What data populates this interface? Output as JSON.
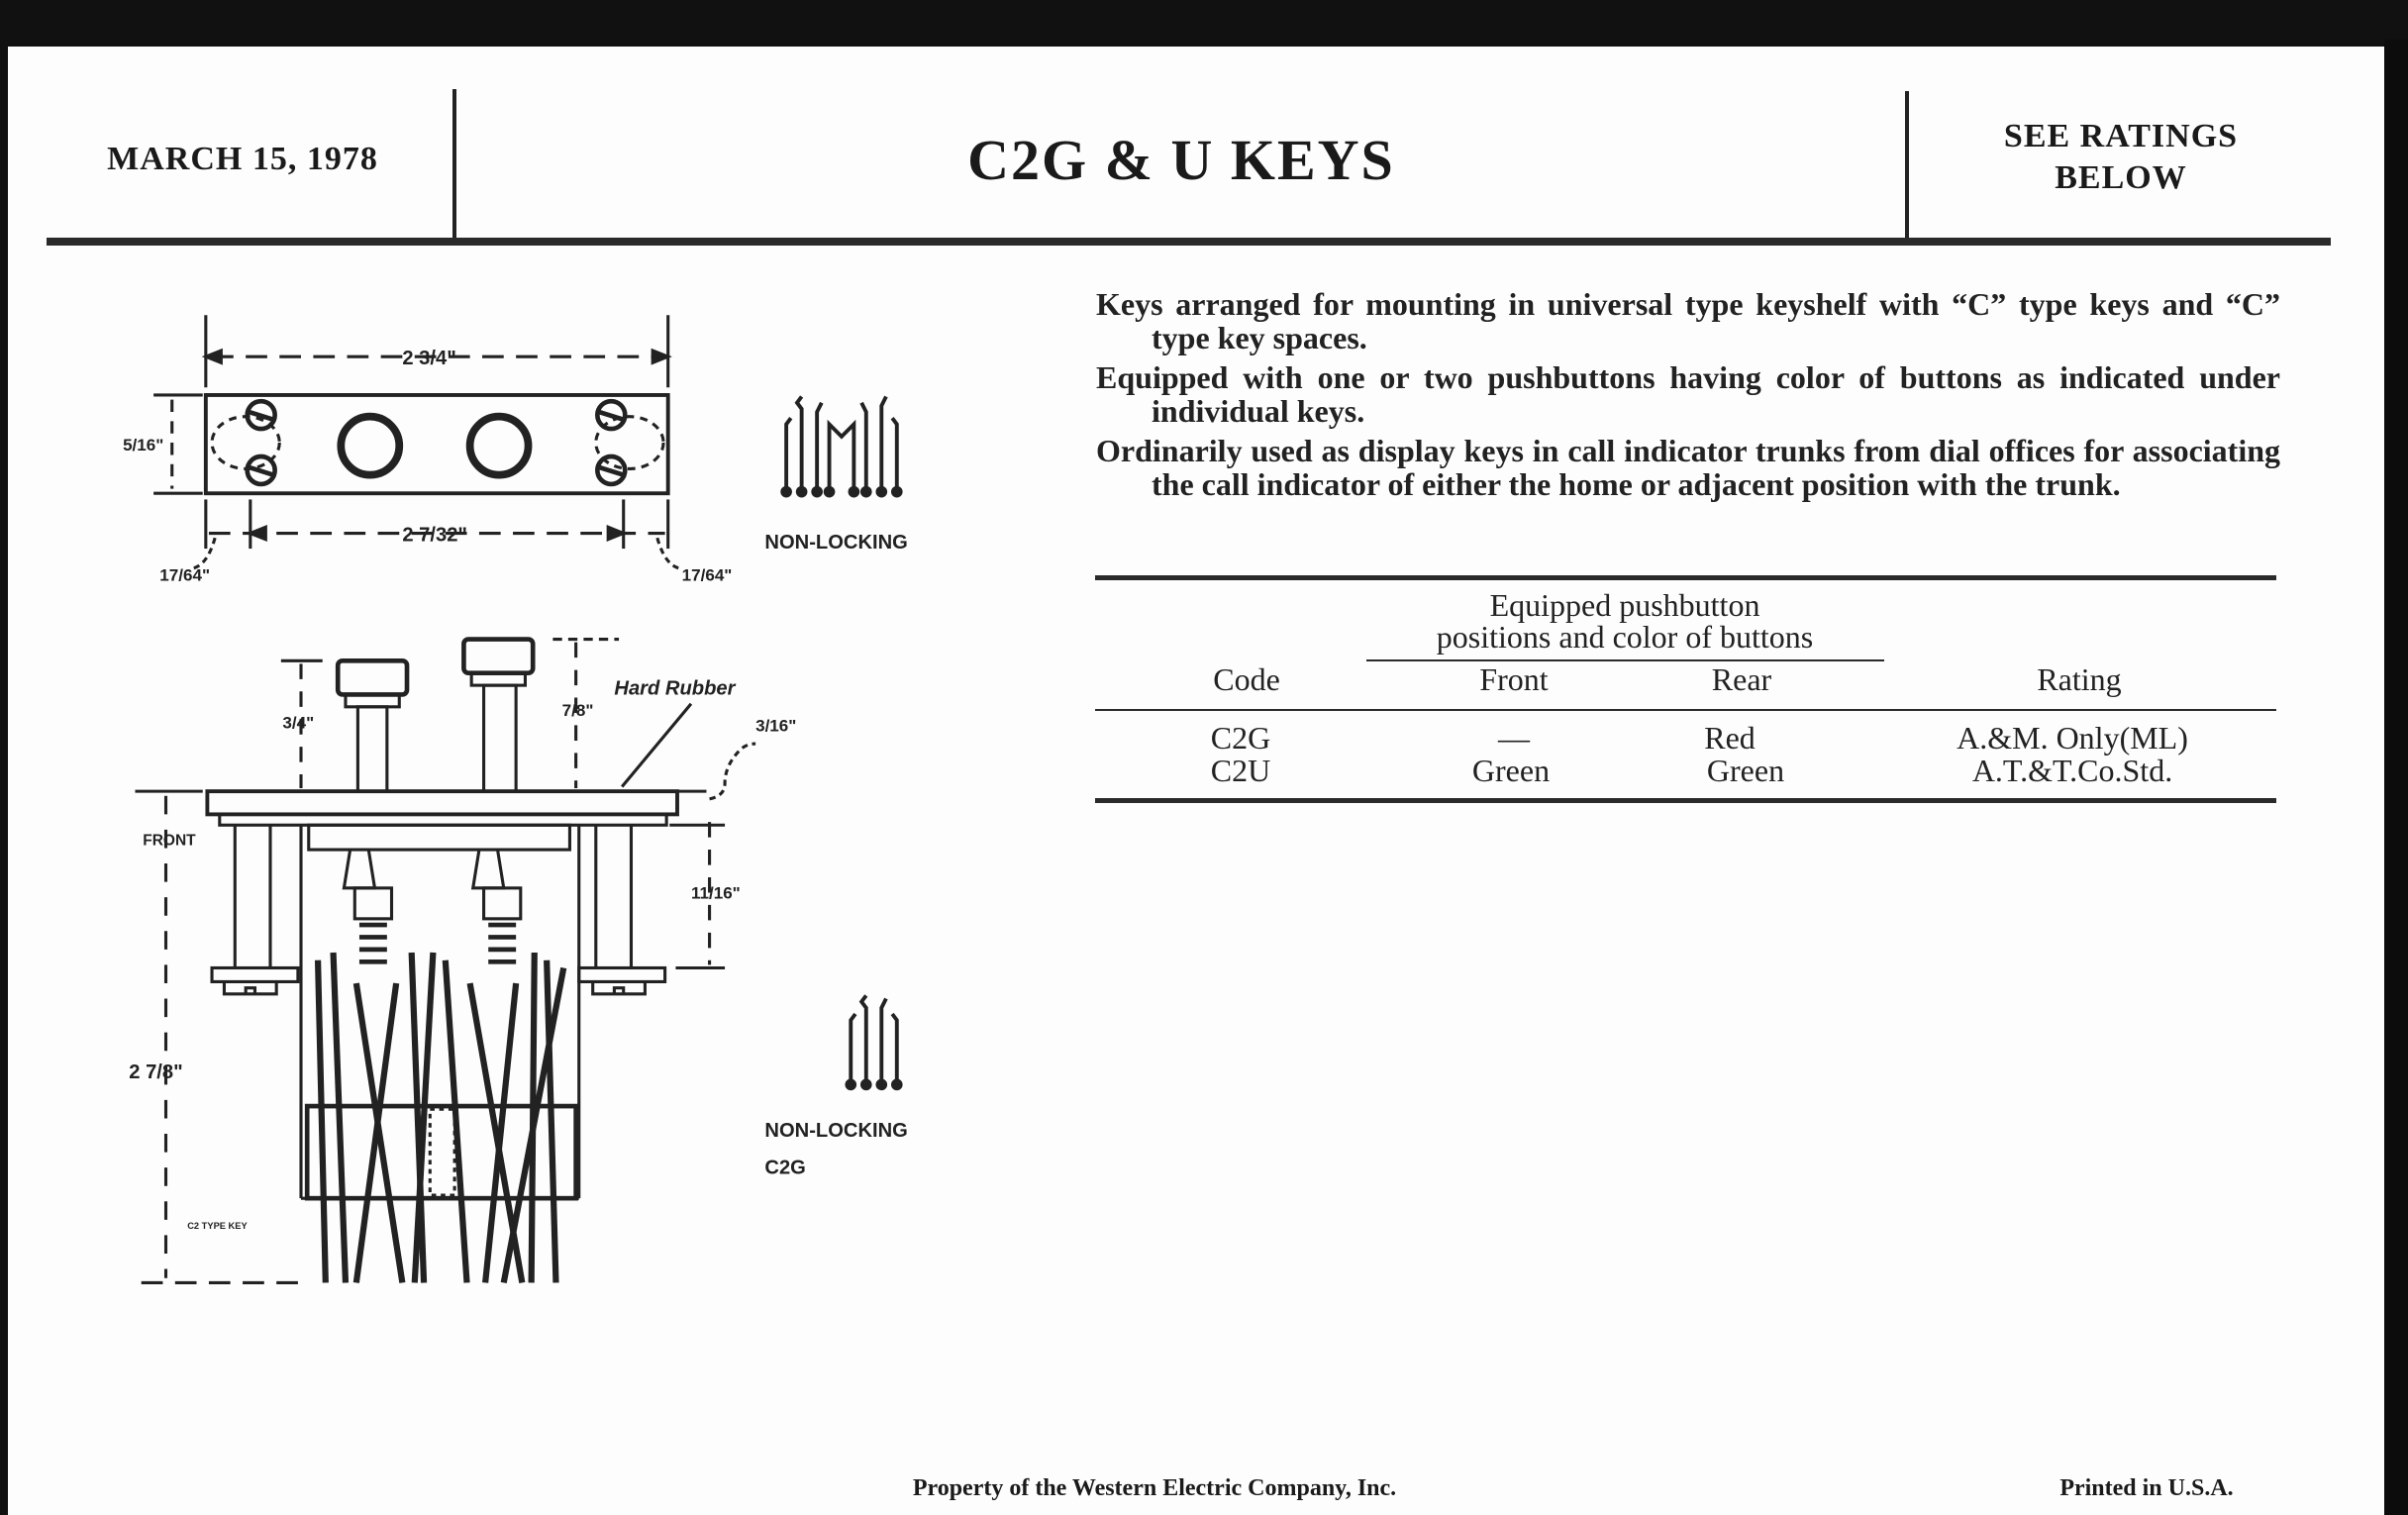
{
  "header": {
    "date": "MARCH 15, 1978",
    "title": "C2G & U KEYS",
    "ratings_line1": "SEE RATINGS",
    "ratings_line2": "BELOW"
  },
  "description": [
    "Keys arranged for mounting in universal type keyshelf with “C” type keys and “C” type key spaces.",
    "Equipped with one or two pushbuttons having color of buttons as indicated under individual keys.",
    "Ordinarily used as display keys in call indicator trunks from dial offices for associating the call indicator of either the home or adjacent position with the trunk."
  ],
  "table": {
    "group_header_line1": "Equipped pushbutton",
    "group_header_line2": "positions and color of buttons",
    "columns": [
      "Code",
      "Front",
      "Rear",
      "Rating"
    ],
    "rows": [
      [
        "C2G",
        "—",
        "Red",
        "A.&M. Only(ML)"
      ],
      [
        "C2U",
        "Green",
        "Green",
        "A.T.&T.Co.Std."
      ]
    ]
  },
  "drawing": {
    "dim_overall_width": "2 3/4\"",
    "dim_height": "5/16\"",
    "dim_mount_spacing": "2 7/32\"",
    "dim_offset_left": "17/64\"",
    "dim_offset_right": "17/64\"",
    "contact_label_top": "NON-LOCKING",
    "dim_button_left": "3/4\"",
    "dim_button_right": "7/8\"",
    "hard_rubber_label": "Hard Rubber",
    "dim_plate": "3/16\"",
    "front_label": "FRONT",
    "dim_post": "11/16\"",
    "dim_depth": "2 7/8\"",
    "type_key_label": "C2 TYPE KEY",
    "contact_label_bottom": "NON-LOCKING",
    "contact_code": "C2G"
  },
  "footer": {
    "property": "Property of the Western Electric Company, Inc.",
    "printed": "Printed in U.S.A."
  }
}
